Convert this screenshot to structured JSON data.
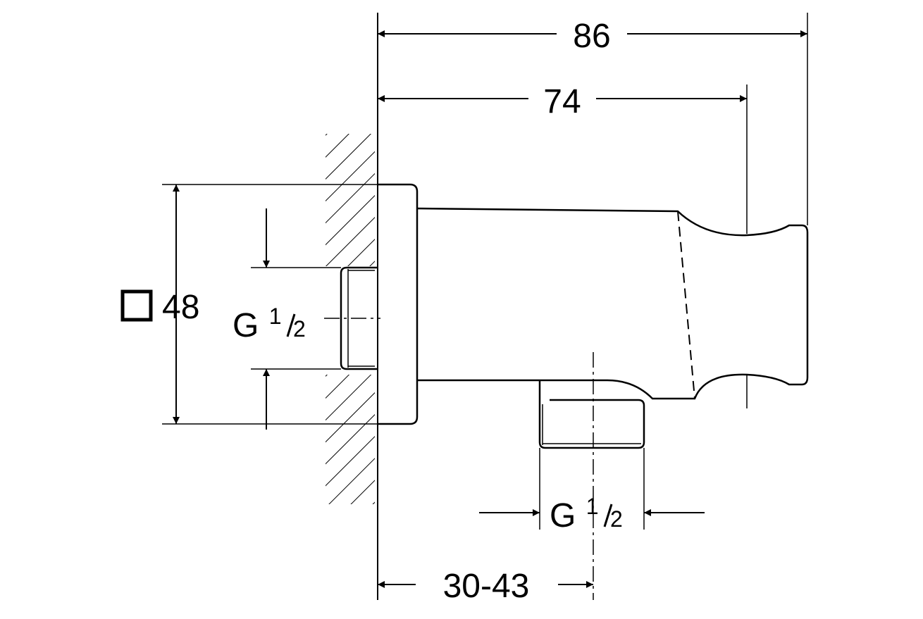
{
  "drawing": {
    "colors": {
      "line": "#000000",
      "background": "#ffffff"
    },
    "dimensions": {
      "overall_length": "86",
      "handle_length": "74",
      "projection_range": "30-43",
      "rosette_square": "48"
    },
    "thread_wall": {
      "letter": "G",
      "num": "1",
      "den": "2"
    },
    "thread_outlet": {
      "letter": "G",
      "num": "1",
      "den": "2"
    }
  }
}
